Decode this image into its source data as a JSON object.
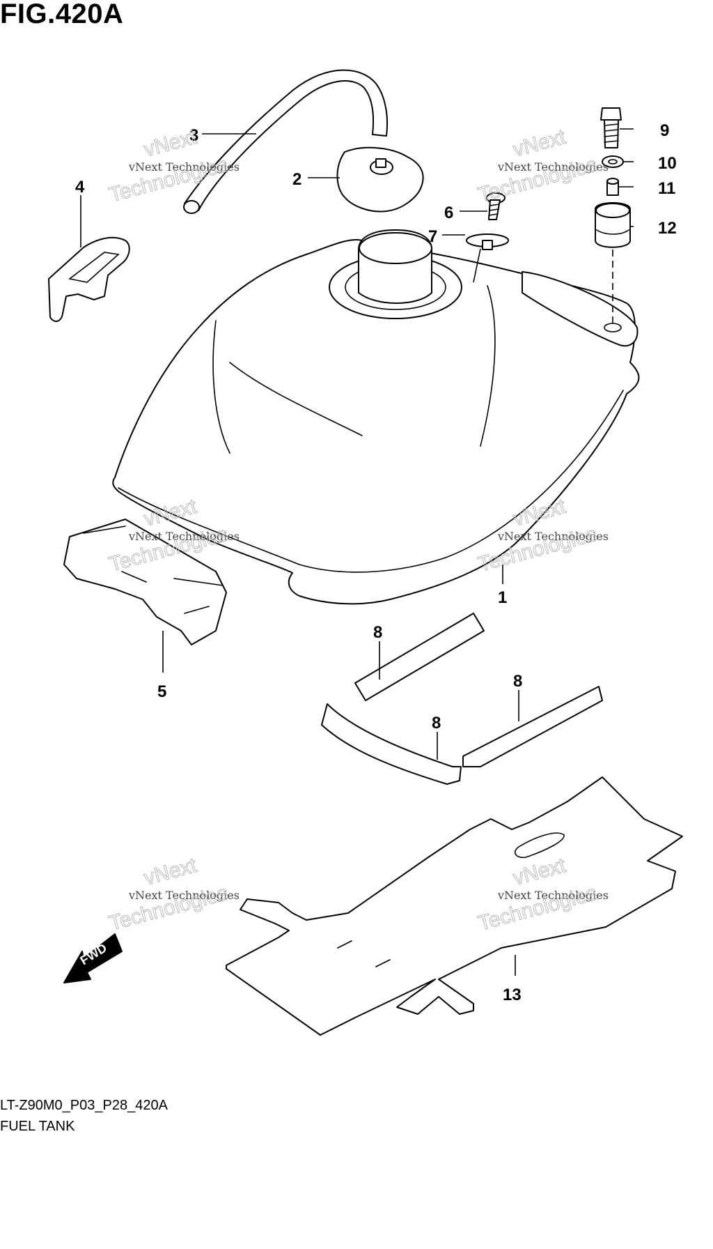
{
  "figure": {
    "title": "FIG.420A",
    "model_code": "LT-Z90M0_P03_P28_420A",
    "caption": "FUEL TANK"
  },
  "callouts": {
    "c1": "1",
    "c2": "2",
    "c3": "3",
    "c4": "4",
    "c5": "5",
    "c6": "6",
    "c7": "7",
    "c8a": "8",
    "c8b": "8",
    "c8c": "8",
    "c9": "9",
    "c10": "10",
    "c11": "11",
    "c12": "12",
    "c13": "13"
  },
  "direction_label": "FWD",
  "watermark": {
    "line_small": "vNext Technologies",
    "line_top": "vNext",
    "line_large": "Technologies"
  }
}
